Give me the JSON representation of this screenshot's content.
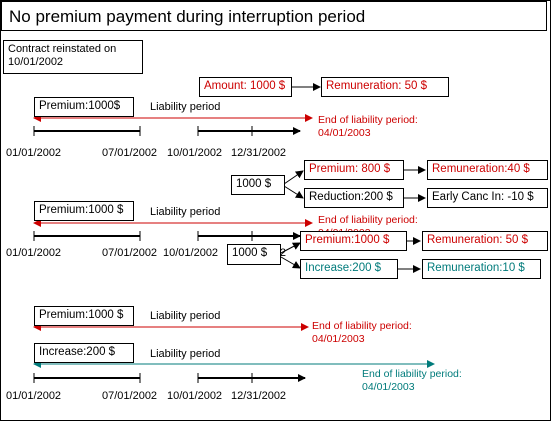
{
  "title": "No premium payment during interruption period",
  "contract_note": "Contract reinstated on 10/01/2002",
  "colors": {
    "red": "#cc0000",
    "teal": "#007b7b",
    "black": "#000000"
  },
  "dates": {
    "d1": "01/01/2002",
    "d2": "07/01/2002",
    "d3": "10/01/2002",
    "d4": "12/31/2002"
  },
  "liability_period_label": "Liability period",
  "end_liability": {
    "line1": "End of liability period:",
    "line2": "04/01/2003"
  },
  "section1": {
    "amount": "Amount: 1000 $",
    "remuneration": "Remuneration: 50 $",
    "premium": "Premium:1000$"
  },
  "section2": {
    "source": "1000 $",
    "premium": "Premium: 800 $",
    "remuneration": "Remuneration:40 $",
    "reduction": "Reduction:200 $",
    "early_cancel": "Early Canc In: -10 $",
    "premium_left": "Premium:1000 $"
  },
  "section3": {
    "source": "1000 $",
    "premium": "Premium:1000 $",
    "remuneration": "Remuneration: 50 $",
    "increase": "Increase:200 $",
    "remuneration_inc": "Remuneration:10 $",
    "premium_left": "Premium:1000 $",
    "increase_left": "Increase:200 $"
  }
}
